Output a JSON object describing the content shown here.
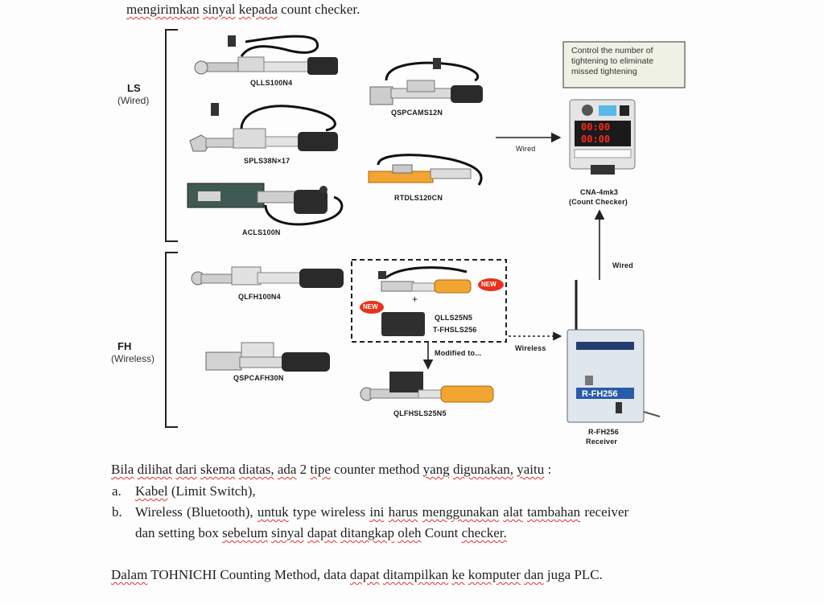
{
  "intro_line": [
    "mengirimkan",
    "sinyal",
    "kepada",
    "count checker."
  ],
  "groups": {
    "ls": {
      "label": "LS",
      "sub": "(Wired)"
    },
    "fh": {
      "label": "FH",
      "sub": "(Wireless)"
    }
  },
  "products": {
    "qlls100n4": "QLLS100N4",
    "splsn17": "SPLS38N×17",
    "acls100n": "ACLS100N",
    "qspcams12n": "QSPCAMS12N",
    "rtdls120cn": "RTDLS120CN",
    "qlfh100n4": "QLFH100N4",
    "qspcafh30n": "QSPCAFH30N",
    "qlls25n5": "QLLS25N5",
    "tfhsls256": "T-FHSLS256",
    "qlfhsls25n5": "QLFHSLS25N5"
  },
  "badges": {
    "new1": "NEW",
    "new2": "NEW"
  },
  "plus": "+",
  "callout": [
    "Control the number of",
    "tightening to eliminate",
    "missed tightening"
  ],
  "arrows": {
    "wired_h": "Wired",
    "wired_v": "Wired",
    "wireless": "Wireless",
    "modified": "Modified to..."
  },
  "counter": {
    "name": "CNA-4mk3",
    "sub": "(Count Checker)",
    "display": [
      "00:00",
      "00:00"
    ]
  },
  "receiver": {
    "panel": "R-FH256",
    "name": "R-FH256",
    "sub": "Receiver"
  },
  "paragraph1": [
    "Bila",
    "dilihat",
    "dari",
    "skema",
    "diatas,",
    "ada",
    "2",
    "tipe",
    "counter method",
    "yang",
    "digunakan,",
    "yaitu",
    ":"
  ],
  "list": [
    {
      "marker": "a.",
      "line1": [
        "Kabel",
        "(Limit Switch),"
      ]
    },
    {
      "marker": "b.",
      "line1": [
        "Wireless (Bluetooth),",
        "untuk",
        "type wireless",
        "ini",
        "harus",
        "menggunakan",
        "alat",
        "tambahan",
        "receiver"
      ],
      "line2": [
        "dan setting box",
        "sebelum",
        "sinyal",
        "dapat",
        "ditangkap",
        "oleh",
        "Count",
        "checker."
      ]
    }
  ],
  "paragraph2": [
    "Dalam",
    "TOHNICHI Counting Method, data",
    "dapat",
    "ditampilkan",
    "ke",
    "komputer",
    "dan",
    "juga PLC."
  ],
  "colors": {
    "accent_orange": "#f39a1d",
    "new_badge": "#e8321c",
    "callout_bg": "#eef1e3",
    "display_red": "#ff2a1a"
  }
}
